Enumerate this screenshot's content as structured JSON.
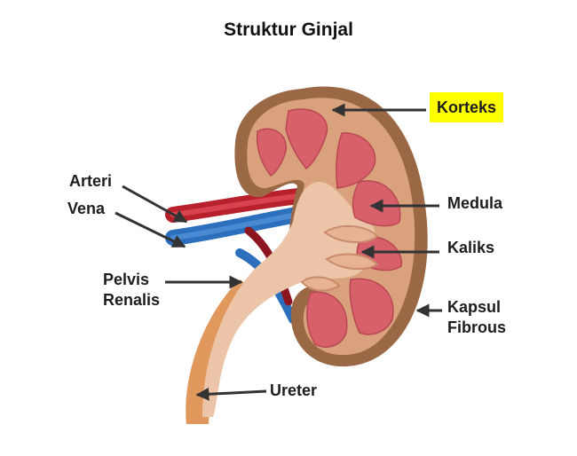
{
  "title": "Struktur Ginjal",
  "labels": {
    "korteks": "Korteks",
    "arteri": "Arteri",
    "vena": "Vena",
    "medula": "Medula",
    "kaliks": "Kaliks",
    "pelvis_line1": "Pelvis",
    "pelvis_line2": "Renalis",
    "kapsul_line1": "Kapsul",
    "kapsul_line2": "Fibrous",
    "ureter": "Ureter"
  },
  "colors": {
    "capsule": "#9a6844",
    "cortex": "#d9a27c",
    "medulla_pyramid": "#d8606a",
    "pelvis": "#ecc4a8",
    "ureter": "#e1985d",
    "artery": "#b8202c",
    "vein": "#2c6fbd",
    "highlight": "#ffff00"
  }
}
